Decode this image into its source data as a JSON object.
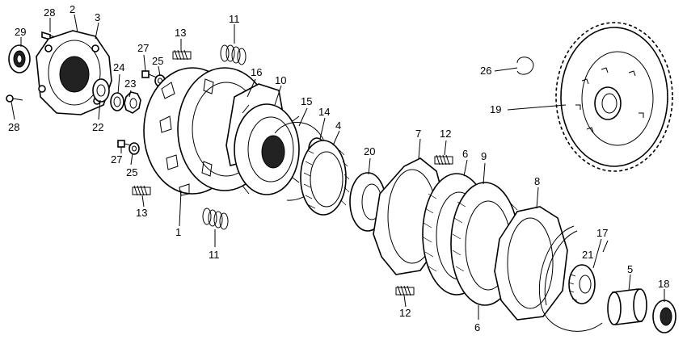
{
  "part_labels": {
    "p1": "1",
    "p2": "2",
    "p3": "3",
    "p4": "4",
    "p5": "5",
    "p6a": "6",
    "p6b": "6",
    "p7": "7",
    "p8": "8",
    "p9": "9",
    "p10": "10",
    "p11a": "11",
    "p11b": "11",
    "p12a": "12",
    "p12b": "12",
    "p13a": "13",
    "p13b": "13",
    "p14": "14",
    "p15": "15",
    "p16": "16",
    "p17": "17",
    "p18": "18",
    "p19": "19",
    "p20": "20",
    "p21": "21",
    "p22": "22",
    "p23": "23",
    "p24": "24",
    "p25a": "25",
    "p25b": "25",
    "p26": "26",
    "p27a": "27",
    "p27b": "27",
    "p28a": "28",
    "p28b": "28",
    "p29": "29"
  }
}
